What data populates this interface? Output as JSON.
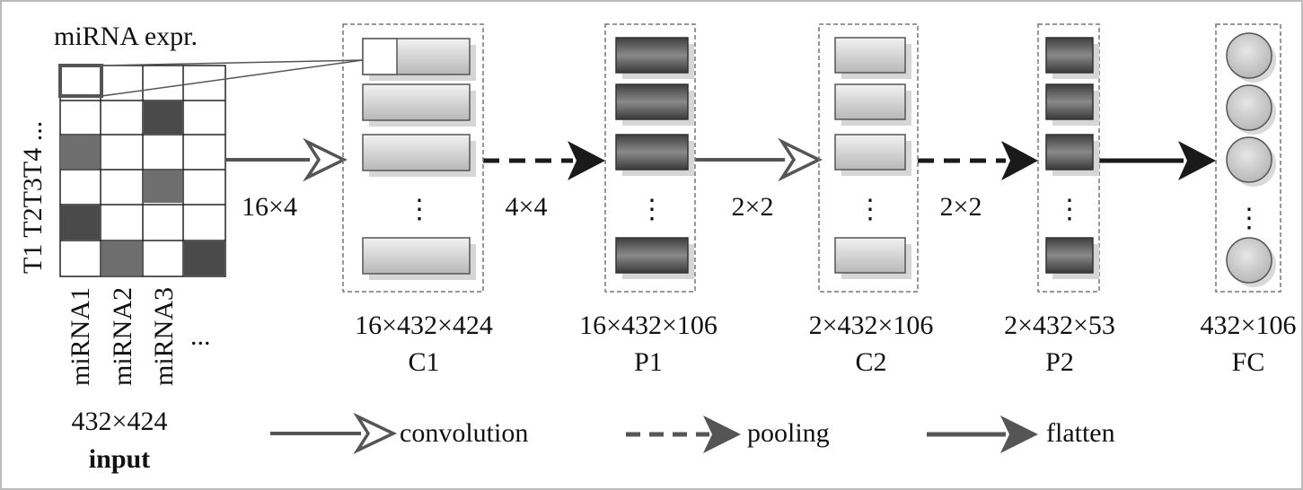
{
  "input": {
    "header": "miRNA expr.",
    "y_label": "T1 T2T3T4 ...",
    "x_labels": [
      "miRNA1",
      "miRNA2",
      "miRNA3",
      "..."
    ],
    "size": "432×424",
    "name": "input"
  },
  "layers": {
    "c1": {
      "size": "16×432×424",
      "name": "C1"
    },
    "p1": {
      "size": "16×432×106",
      "name": "P1"
    },
    "c2": {
      "size": "2×432×106",
      "name": "C2"
    },
    "p2": {
      "size": "2×432×53",
      "name": "P2"
    },
    "fc": {
      "size": "432×106",
      "name": "FC"
    }
  },
  "kernels": {
    "k1": "16×4",
    "k2": "4×4",
    "k3": "2×2",
    "k4": "2×2"
  },
  "ellipsis": "⋮",
  "legend": {
    "convolution": "convolution",
    "pooling": "pooling",
    "flatten": "flatten"
  },
  "colors": {
    "line": "#555555",
    "arrow_dark": "#1a1a1a",
    "cell_dark": "#4a4a4a",
    "cell_mid": "#6e6e6e",
    "border": "#999999"
  }
}
